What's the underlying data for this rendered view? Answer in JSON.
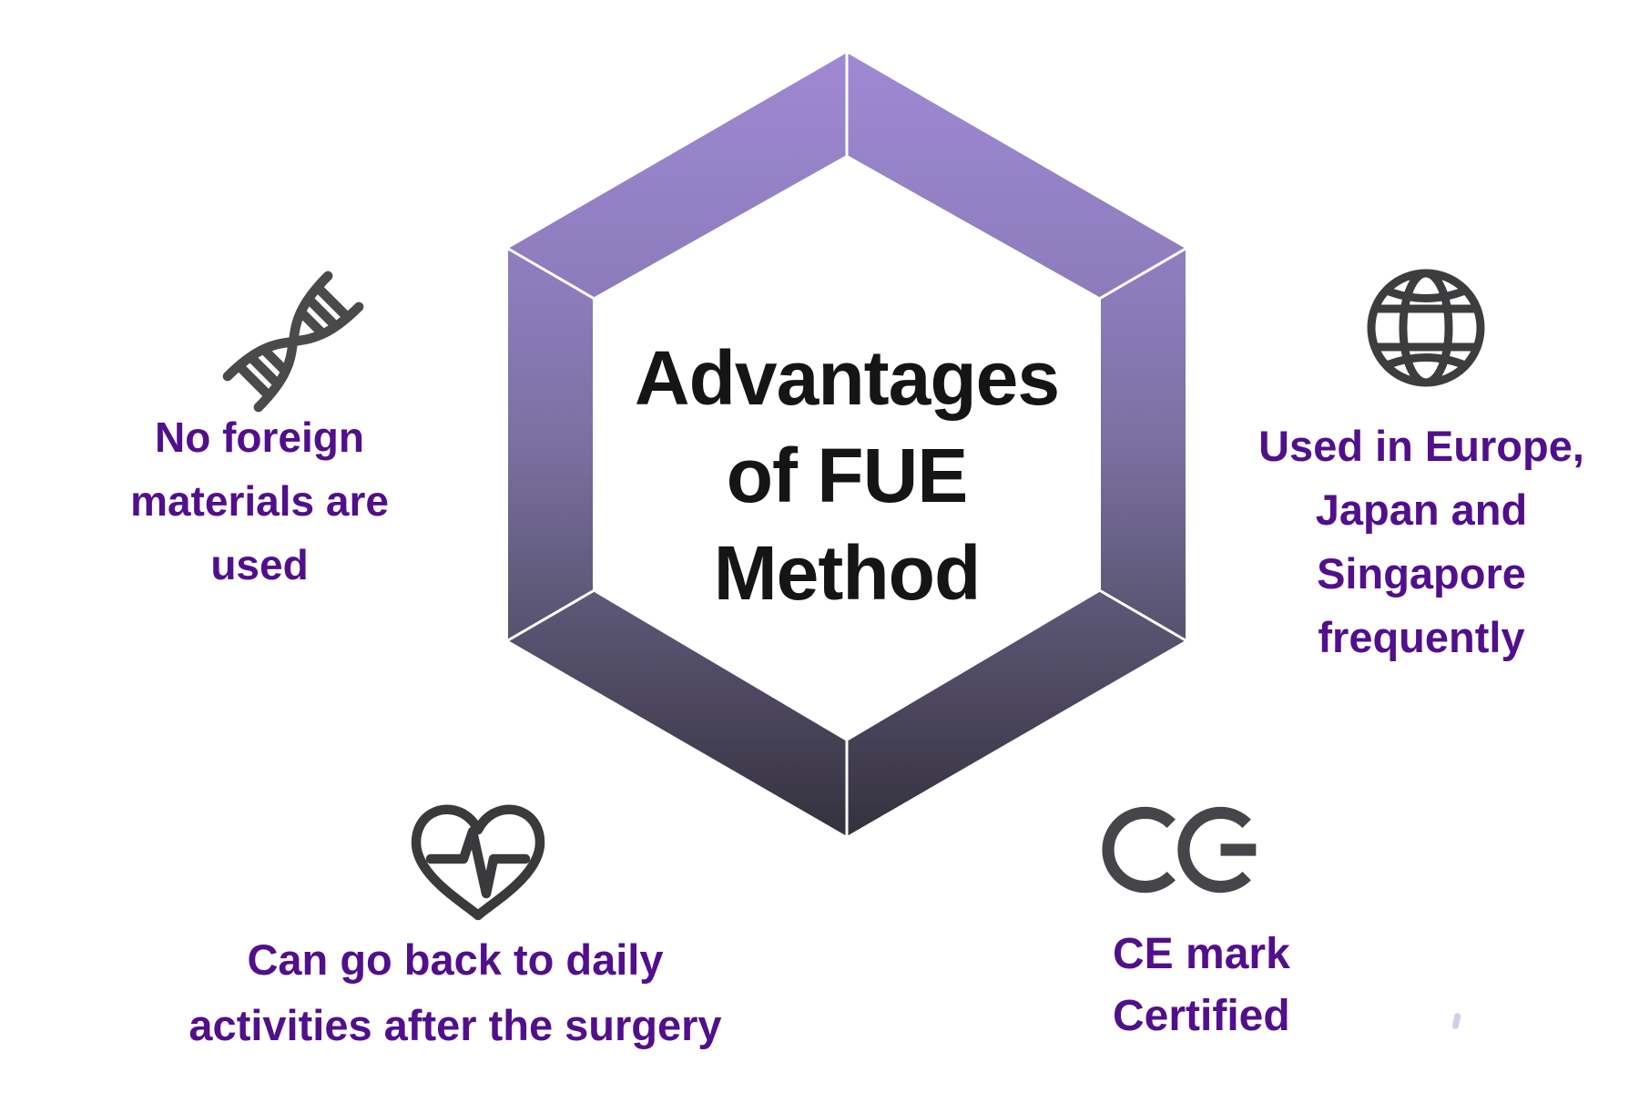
{
  "center": {
    "title_lines": [
      "Advantages",
      "of FUE",
      "Method"
    ]
  },
  "items": {
    "top_left": {
      "icon": "dna-icon",
      "lines": [
        "No foreign",
        "materials are",
        "used"
      ]
    },
    "top_right": {
      "icon": "globe-icon",
      "lines": [
        "Used in Europe,",
        "Japan and",
        "Singapore",
        "frequently"
      ]
    },
    "bottom_left": {
      "icon": "heart-pulse-icon",
      "lines": [
        "Can go back to daily",
        "activities after the surgery"
      ]
    },
    "bottom_right": {
      "icon": "ce-mark-icon",
      "lines": [
        "CE mark",
        "Certified"
      ]
    }
  },
  "colors": {
    "label_purple": "#520f8c",
    "title_black": "#151515",
    "icon_gray": "#414144",
    "hex_gradient_top": "#9f89d3",
    "hex_gradient_mid": "#7b70a1",
    "hex_gradient_bottom": "#34313d",
    "background": "#ffffff"
  }
}
